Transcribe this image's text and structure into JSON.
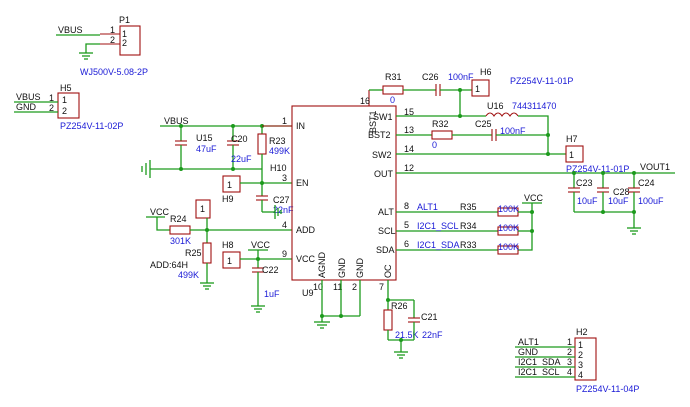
{
  "nets": {
    "vbus_p1": "VBUS",
    "vbus_h5": "VBUS",
    "gnd_h5": "GND",
    "vbus_in": "VBUS",
    "vout1": "VOUT1",
    "vcc_r24": "VCC",
    "vcc_h8": "VCC",
    "vcc_pullup": "VCC",
    "alt1_u9": "ALT1",
    "scl_u9": "I2C1_SCL",
    "sda_u9": "I2C1_SDA",
    "alt1_h2": "ALT1",
    "gnd_h2": "GND",
    "sda_h2": "I2C1_SDA",
    "scl_h2": "I2C1_SCL"
  },
  "components": {
    "p1": {
      "ref": "P1",
      "part": "WJ500V-5.08-2P",
      "pin1": "1",
      "pin2": "2",
      "num1": "1",
      "num2": "2"
    },
    "h5": {
      "ref": "H5",
      "part": "PZ254V-11-02P",
      "pin1": "1",
      "pin2": "2",
      "num1": "1",
      "num2": "2"
    },
    "u15": {
      "ref": "U15",
      "value": "47uF"
    },
    "c20": {
      "ref": "C20",
      "value": "22uF"
    },
    "r23": {
      "ref": "R23",
      "value": "499K"
    },
    "h10": {
      "ref": "H10"
    },
    "h9": {
      "ref": "H9",
      "pin": "1"
    },
    "c27": {
      "ref": "C27",
      "value": "22nF"
    },
    "r24": {
      "ref": "R24",
      "value": "301K"
    },
    "r25": {
      "ref": "R25",
      "value": "499K"
    },
    "add_note": "ADD:64H",
    "h8": {
      "ref": "H8",
      "pin": "1"
    },
    "c22": {
      "ref": "C22",
      "value": "1uF"
    },
    "r31": {
      "ref": "R31",
      "value": "0"
    },
    "c26": {
      "ref": "C26",
      "value": "100nF"
    },
    "h6": {
      "ref": "H6",
      "part": "PZ254V-11-01P",
      "pin": "1"
    },
    "u16": {
      "ref": "U16",
      "value": "744311470"
    },
    "c25": {
      "ref": "C25",
      "value": "100nF"
    },
    "r32": {
      "ref": "R32",
      "value": "0"
    },
    "h7": {
      "ref": "H7",
      "part": "PZ254V-11-01P",
      "pin": "1"
    },
    "c23": {
      "ref": "C23",
      "value": "10uF"
    },
    "c28": {
      "ref": "C28",
      "value": "10uF"
    },
    "c24": {
      "ref": "C24",
      "value": "100uF"
    },
    "r35": {
      "ref": "R35",
      "value": "100K"
    },
    "r34": {
      "ref": "R34",
      "value": "100K"
    },
    "r33": {
      "ref": "R33",
      "value": "100K"
    },
    "r26": {
      "ref": "R26",
      "value": "21.5K"
    },
    "c21": {
      "ref": "C21",
      "value": "22nF"
    },
    "h2": {
      "ref": "H2",
      "part": "PZ254V-11-04P",
      "pins": [
        "1",
        "2",
        "3",
        "4"
      ],
      "nums": [
        "1",
        "2",
        "3",
        "4"
      ]
    }
  },
  "ic": {
    "ref": "U9",
    "pins_left": [
      {
        "num": "1",
        "name": "IN"
      },
      {
        "num": "3",
        "name": "EN"
      },
      {
        "num": "4",
        "name": "ADD"
      },
      {
        "num": "9",
        "name": "VCC"
      }
    ],
    "pins_right": [
      {
        "num": "15",
        "name": "SW1"
      },
      {
        "num": "13",
        "name": "BST2"
      },
      {
        "num": "14",
        "name": "SW2"
      },
      {
        "num": "12",
        "name": "OUT"
      },
      {
        "num": "8",
        "name": "ALT"
      },
      {
        "num": "5",
        "name": "SCL"
      },
      {
        "num": "6",
        "name": "SDA"
      }
    ],
    "pin_top": {
      "num": "16",
      "name": "BST1"
    },
    "pins_bottom": [
      {
        "num": "10",
        "name": "AGND"
      },
      {
        "num": "11",
        "name": "GND"
      },
      {
        "num": "2",
        "name": "GND"
      },
      {
        "num": "7",
        "name": "OC"
      }
    ]
  }
}
